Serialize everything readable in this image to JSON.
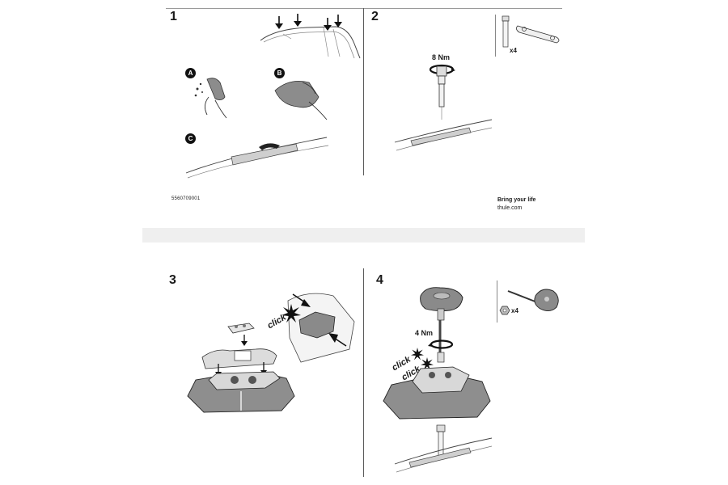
{
  "page_top": {
    "step1": {
      "number": "1",
      "badges": [
        "A",
        "B",
        "C"
      ]
    },
    "step2": {
      "number": "2",
      "torque": "8 Nm",
      "quantity": "x4"
    },
    "part_number": "5560709001",
    "slogan": "Bring your life",
    "website": "thule.com"
  },
  "page_bottom": {
    "step3": {
      "number": "3",
      "click_text": "click"
    },
    "step4": {
      "number": "4",
      "torque": "4 Nm",
      "quantity": "x4",
      "click_text_1": "click",
      "click_text_2": "click"
    }
  },
  "icons": [
    "arrow-down-icon",
    "cleaning-cloth-icon",
    "torque-wrench-icon",
    "bolt-icon",
    "bracket-icon",
    "key-knob-icon",
    "nut-icon",
    "click-burst-icon"
  ]
}
